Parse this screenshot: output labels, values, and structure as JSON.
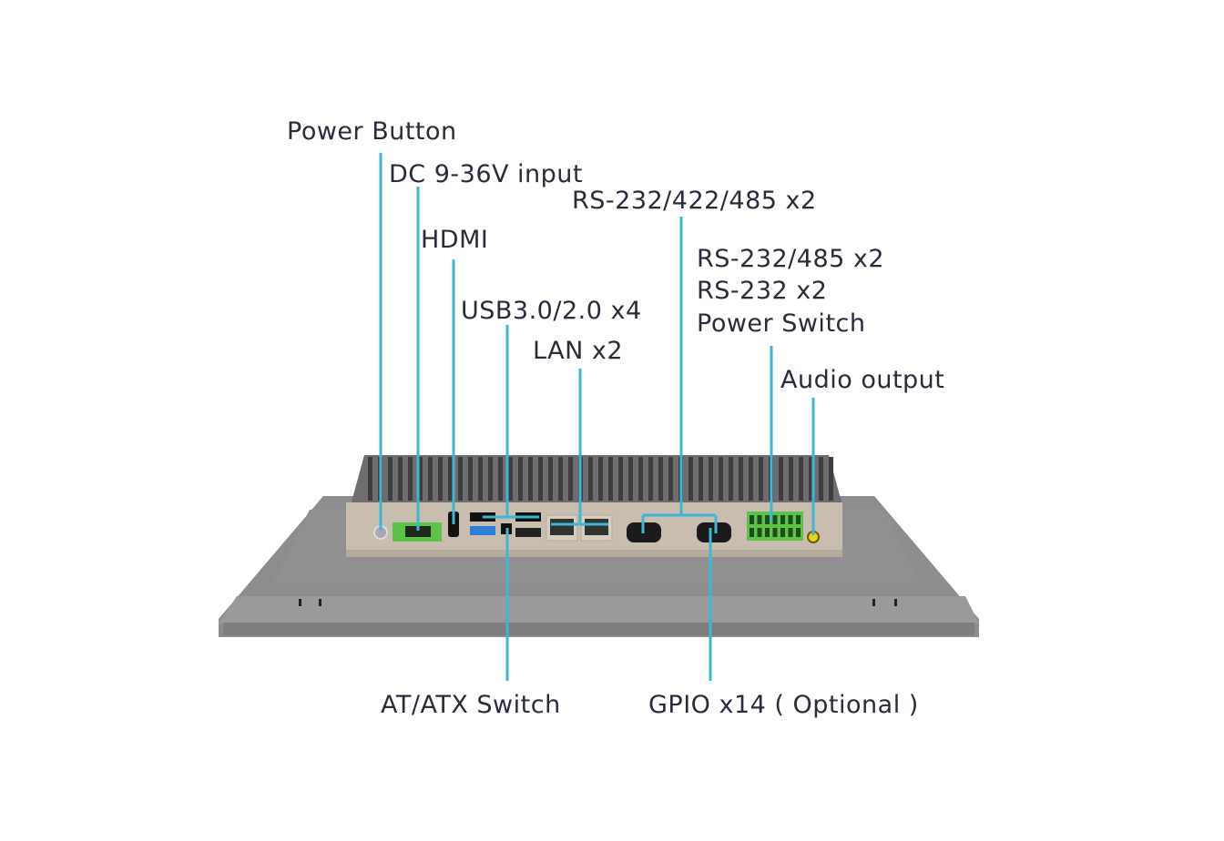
{
  "labels": {
    "power_button": "Power Button",
    "dc_input": "DC 9-36V input",
    "hdmi": "HDMI",
    "usb": "USB3.0/2.0 x4",
    "lan": "LAN x2",
    "rs232_422_485": "RS-232/422/485 x2",
    "rs232_485": "RS-232/485 x2",
    "rs232": "RS-232 x2",
    "power_switch": "Power Switch",
    "audio_output": "Audio output",
    "at_atx_switch": "AT/ATX Switch",
    "gpio": "GPIO x14 ( Optional )"
  },
  "colors": {
    "leader_line": "#3db7d3",
    "text": "#2b2a3a",
    "chassis": "#8a8a8c",
    "terminal_green": "#5cc24a",
    "audio_yellow": "#e8d21a",
    "usb3_blue": "#2f7fd8"
  }
}
